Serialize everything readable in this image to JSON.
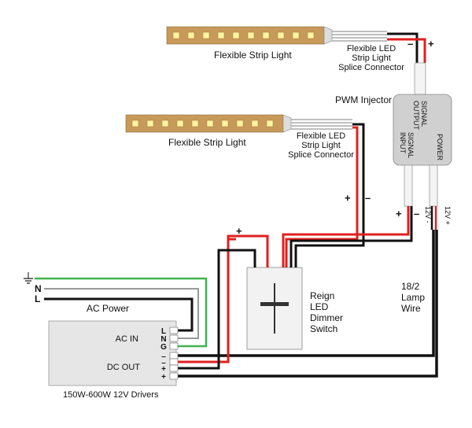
{
  "strip_top": {
    "label": "Flexible Strip Light",
    "connector": [
      "Flexible LED",
      "Strip Light",
      "Splice Connector"
    ]
  },
  "strip_mid": {
    "label": "Flexible Strip Light",
    "connector": [
      "Flexible LED",
      "Strip Light",
      "Splice Connector"
    ]
  },
  "injector": {
    "title": "PWM Injector",
    "signal_output": [
      "SIGNAL",
      "OUTPUT"
    ],
    "signal_input": [
      "SIGNAL",
      "INPUT"
    ],
    "power": "POWER"
  },
  "dimmer": {
    "label": [
      "Reign",
      "LED",
      "Dimmer",
      "Switch"
    ]
  },
  "lamp_wire": [
    "18/2",
    "Lamp",
    "Wire"
  ],
  "power_12v": [
    "12V -",
    "12V +"
  ],
  "ac": {
    "N": "N",
    "L": "L",
    "power_label": "AC Power"
  },
  "driver": {
    "title": "150W-600W 12V Drivers",
    "ac_in": "AC IN",
    "dc_out": "DC OUT",
    "terminals": [
      "L",
      "N",
      "G",
      "–",
      "–",
      "+",
      "+"
    ]
  },
  "signs": {
    "plus": "+",
    "minus": "–"
  },
  "colors": {
    "red": "#e0201f",
    "black": "#111111",
    "green": "#3fb34f",
    "strip": "#c79a5a",
    "led": "#fff3a0",
    "box": "#d0d0d0",
    "driver": "#e6e6e6"
  }
}
